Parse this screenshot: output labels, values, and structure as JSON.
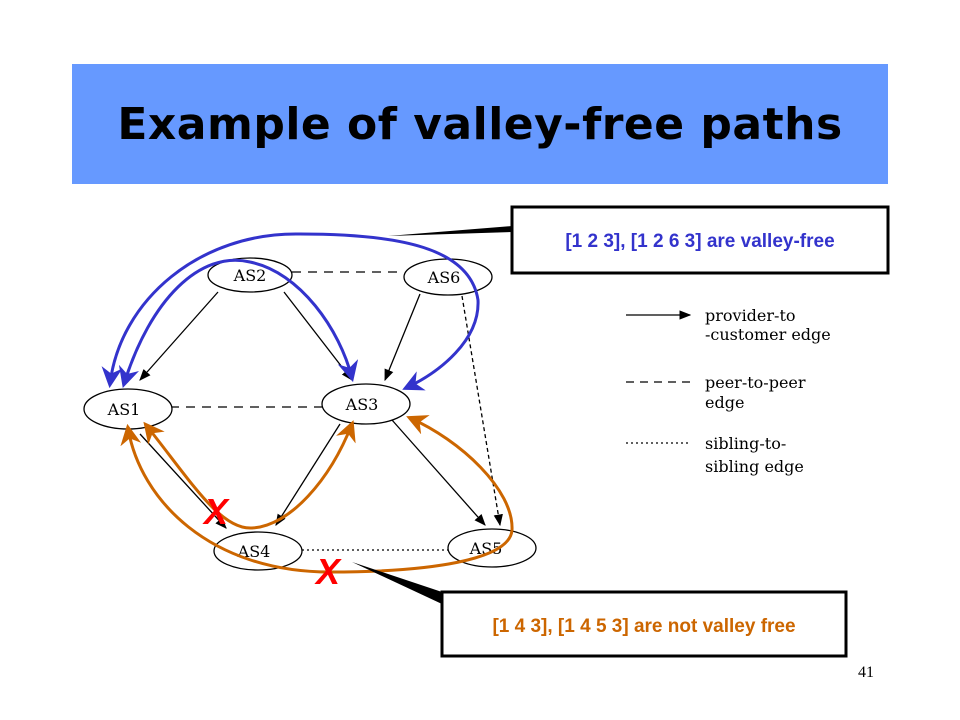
{
  "slide": {
    "title": "Example of valley-free paths",
    "page_number": "41"
  },
  "nodes": [
    {
      "id": "AS1",
      "label": "AS1"
    },
    {
      "id": "AS2",
      "label": "AS2"
    },
    {
      "id": "AS3",
      "label": "AS3"
    },
    {
      "id": "AS4",
      "label": "AS4"
    },
    {
      "id": "AS5",
      "label": "AS5"
    },
    {
      "id": "AS6",
      "label": "AS6"
    }
  ],
  "legend": {
    "provider_to_customer": [
      "provider-to",
      "-customer edge"
    ],
    "peer_to_peer": [
      "peer-to-peer",
      "edge"
    ],
    "sibling_to_sibling": [
      "sibling-to-",
      "sibling edge"
    ]
  },
  "callouts": {
    "valley_free": "[1 2 3], [1 2 6 3] are valley-free",
    "not_valley_free": "[1 4 3], [1 4 5 3] are not valley free"
  },
  "markers": {
    "x_mark": "X"
  },
  "colors": {
    "title_bg": "#6699ff",
    "valley_free_path": "#3333cc",
    "invalid_path": "#cc6600",
    "x_mark": "#ff0000",
    "valley_free_text": "#3333cc",
    "invalid_text": "#cc6600"
  }
}
